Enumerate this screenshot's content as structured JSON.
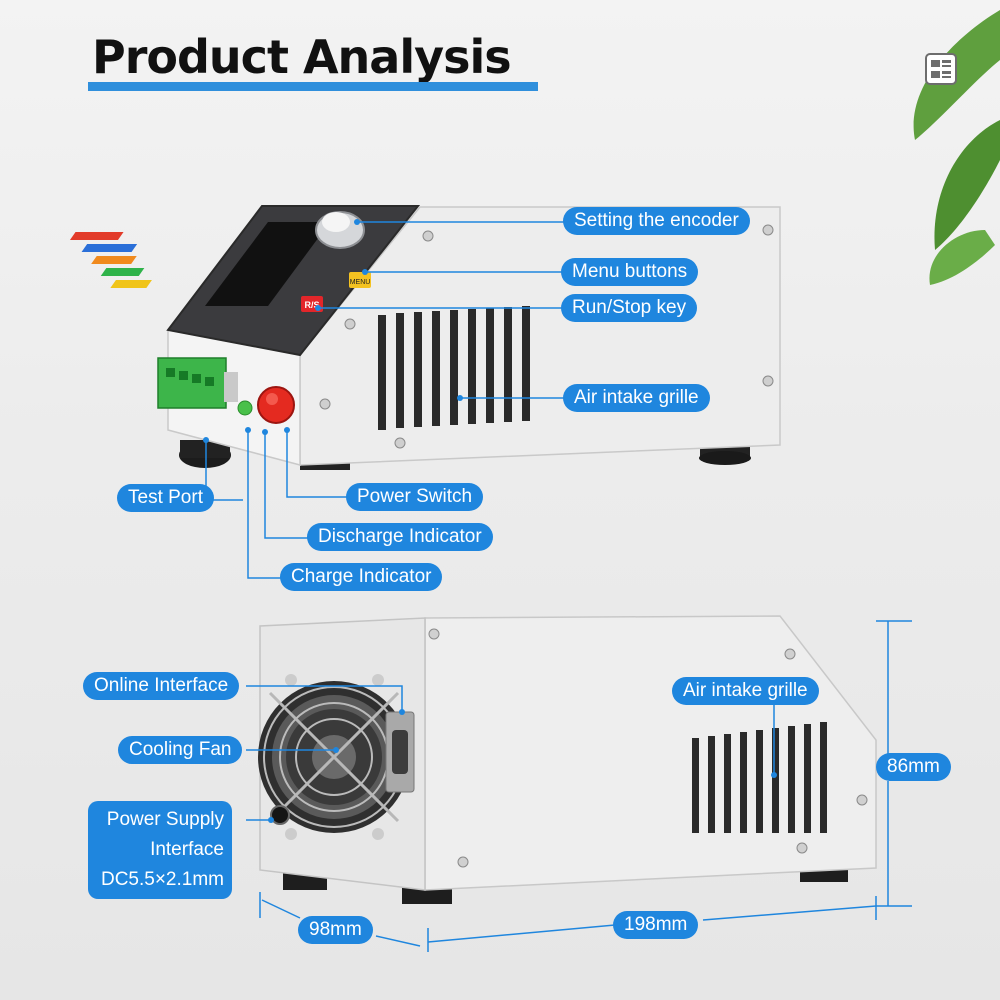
{
  "header": {
    "title": "Product Analysis"
  },
  "icons": {
    "corner": "document-list-icon"
  },
  "colors": {
    "accent": "#1f86de",
    "title_underline": "#2f8fdc",
    "leaf": "#5aa23c"
  },
  "front_view": {
    "labels": {
      "encoder": "Setting the encoder",
      "menu": "Menu buttons",
      "run_stop": "Run/Stop key",
      "air_intake": "Air intake grille",
      "test_port": "Test Port",
      "power_switch": "Power Switch",
      "discharge": "Discharge Indicator",
      "charge": "Charge Indicator"
    },
    "panel_text": {
      "run_stop_key": "R/S",
      "menu_key": "MENU"
    }
  },
  "rear_view": {
    "labels": {
      "online_interface": "Online Interface",
      "cooling_fan": "Cooling Fan",
      "power_supply_1": "Power Supply",
      "power_supply_2": "Interface",
      "power_supply_3": "DC5.5×2.1mm",
      "air_intake": "Air intake grille"
    }
  },
  "dimensions": {
    "height": "86mm",
    "width": "98mm",
    "length": "198mm"
  }
}
